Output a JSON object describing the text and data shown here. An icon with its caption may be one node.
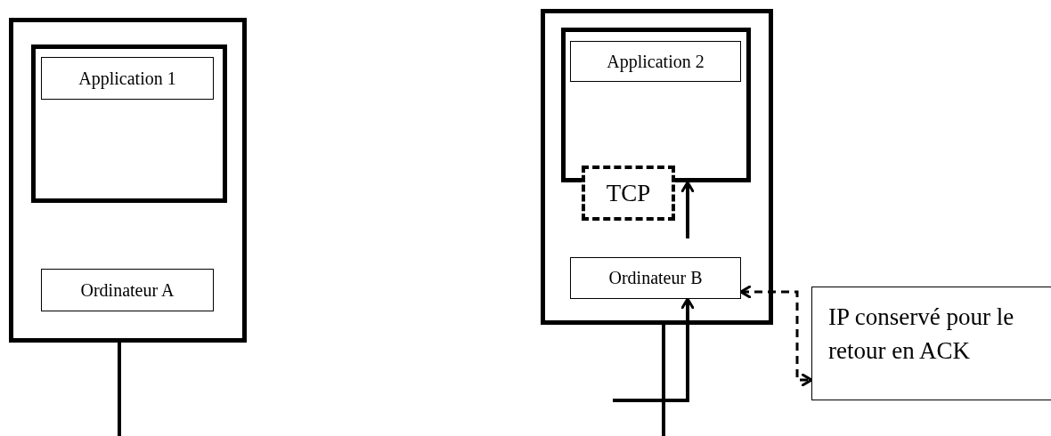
{
  "diagram": {
    "nodes": [
      {
        "text": [],
        "shape": "box"
      },
      {
        "text": [],
        "shape": "box",
        "in": 0
      },
      {
        "text": [
          "Application 1"
        ],
        "in": 1
      },
      {
        "text": [
          "Ordinateur A"
        ],
        "in": 0
      },
      {
        "text": [],
        "shape": "box"
      },
      {
        "text": [],
        "shape": "box",
        "in": 4
      },
      {
        "text": [
          "Application 2"
        ],
        "in": 5
      },
      {
        "text": [
          "TCP"
        ],
        "in": 4
      },
      {
        "text": [
          "Ordinateur B"
        ],
        "in": 4
      },
      {
        "text": [
          "IP conservé pour le retour en ACK"
        ]
      }
    ],
    "edges": [
      {
        "from": 0,
        "to": null,
        "arrow": "none"
      },
      {
        "from": 4,
        "to": null,
        "arrow": "none"
      },
      {
        "from": null,
        "to": 8,
        "arrow": "to"
      },
      {
        "from": null,
        "to": 5,
        "arrow": "to"
      },
      {
        "from": 8,
        "to": 9,
        "arrow": "both",
        "style": "dashed"
      }
    ]
  }
}
